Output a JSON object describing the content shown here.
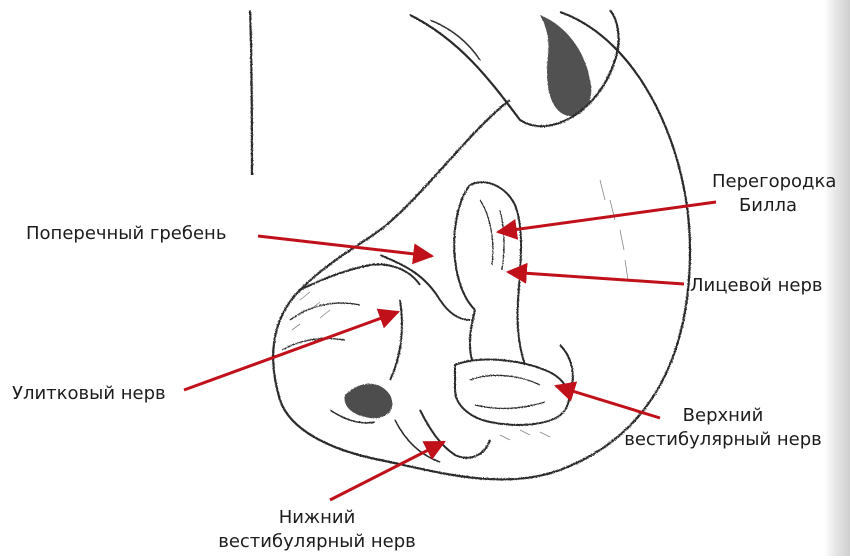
{
  "labels": {
    "transverse_crest": "Поперечный гребень",
    "bill_bar_line1": "Перегородка",
    "bill_bar_line2": "Билла",
    "facial_nerve": "Лицевой нерв",
    "cochlear_nerve": "Улитковый нерв",
    "superior_vestibular_line1": "Верхний",
    "superior_vestibular_line2": "вестибулярный нерв",
    "inferior_vestibular_line1": "Нижний",
    "inferior_vestibular_line2": "вестибулярный нерв"
  },
  "colors": {
    "arrow": "#c0101a",
    "ink": "#2a2a2a",
    "shade": "#555555"
  }
}
